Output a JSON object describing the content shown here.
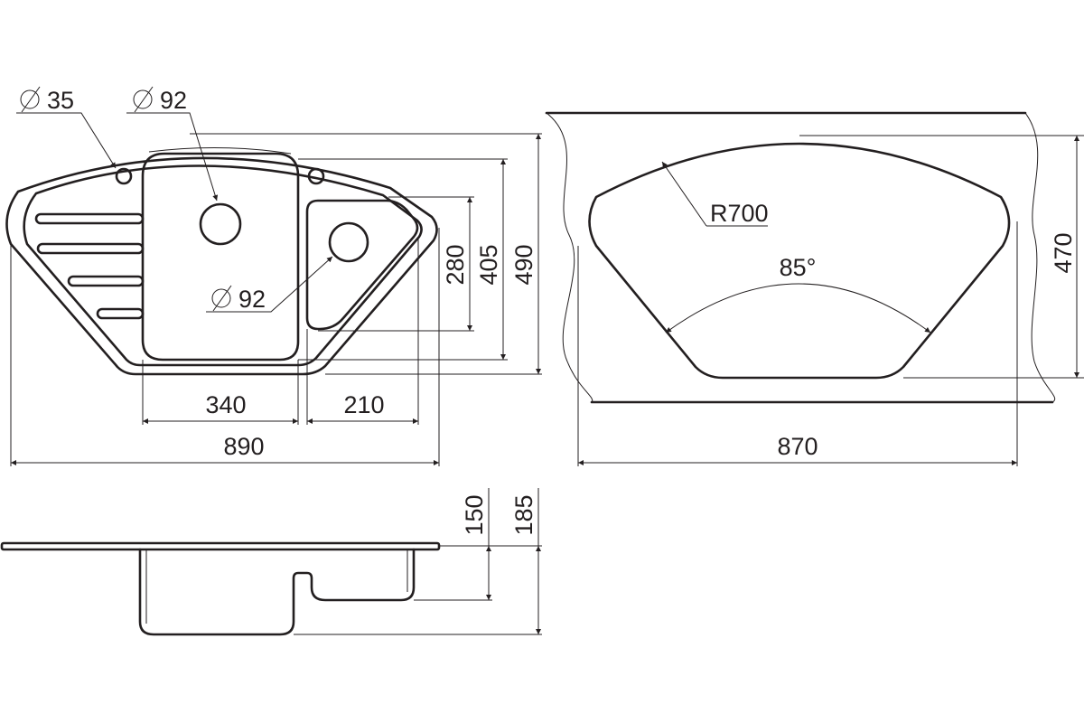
{
  "colors": {
    "line": "#231f20",
    "background": "#ffffff"
  },
  "top_view": {
    "hole_left_label": "35",
    "hole_center_label": "92",
    "hole_right_label": "92",
    "dim_bowl_width": "340",
    "dim_small_bowl_width": "210",
    "dim_overall_width": "890",
    "dim_small_bowl_depth": "280",
    "dim_bowl_depth": "405",
    "dim_overall_depth": "490"
  },
  "cutout_view": {
    "radius_label": "R700",
    "angle_label": "85°",
    "dim_width": "870",
    "dim_depth": "470"
  },
  "side_view": {
    "dim_small_bowl_height": "150",
    "dim_bowl_height": "185"
  }
}
